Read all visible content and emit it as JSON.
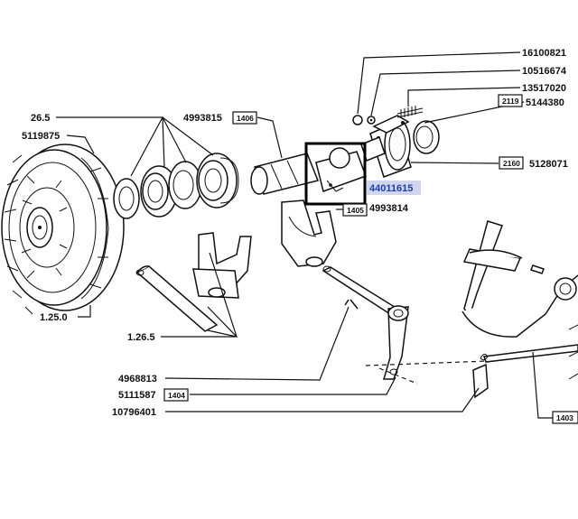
{
  "labels": {
    "p16100821": "16100821",
    "p10516674": "10516674",
    "p13517020": "13517020",
    "p5144380": "5144380",
    "p5128071": "5128071",
    "p4993815": "4993815",
    "p4993814": "4993814",
    "p265": "26.5",
    "p5119875": "5119875",
    "p1250": "1.25.0",
    "p1265": "1.26.5",
    "p4968813": "4968813",
    "p5111587": "5111587",
    "p10796401": "10796401",
    "highlight": "44011615"
  },
  "ref_boxes": {
    "b2119": "2119",
    "b2160": "2160",
    "b1406": "1406",
    "b1405": "1405",
    "b1404": "1404",
    "b1403": "1403"
  },
  "highlight_color": "#1f3fa8",
  "selection_color": "#000000"
}
